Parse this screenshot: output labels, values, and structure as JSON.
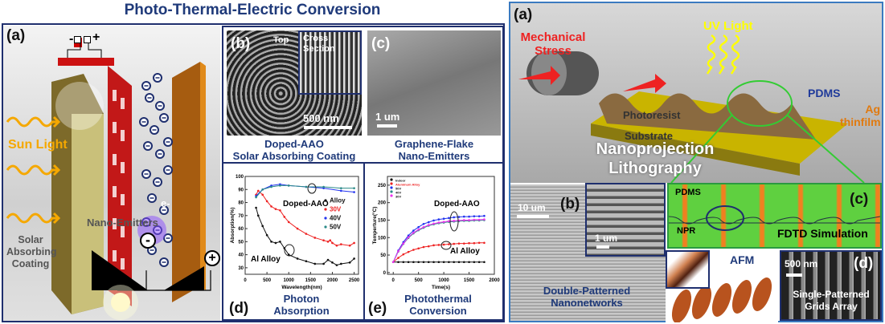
{
  "left": {
    "title": "Photo-Thermal-Electric Conversion",
    "a": {
      "label": "(a)",
      "sun_light": "Sun Light",
      "coating": "Solar Absorbing Coating",
      "emitters": "Nano-Emitters",
      "electron": "e-",
      "minus": "-",
      "plus": "+",
      "neg_terminal": "-",
      "pos_terminal": "+"
    },
    "b": {
      "label": "(b)",
      "top": "Top",
      "cross": "Cross Section",
      "scale": "500 nm",
      "caption1": "Doped-AAO",
      "caption2": "Solar Absorbing Coating"
    },
    "c": {
      "label": "(c)",
      "scale": "1 um",
      "caption1": "Graphene-Flake",
      "caption2": "Nano-Emitters"
    },
    "d": {
      "label": "(d)",
      "caption1": "Photon",
      "caption2": "Absorption",
      "ann1": "Doped-AAO",
      "ann2": "Al Alloy"
    },
    "e": {
      "label": "(e)",
      "caption1": "Photothermal",
      "caption2": "Conversion",
      "ann1": "Doped-AAO",
      "ann2": "Al Alloy"
    }
  },
  "right": {
    "a": {
      "label": "(a)",
      "stress": "Mechanical Stress",
      "uv": "UV Light",
      "pdms": "PDMS",
      "ag": "Ag thinfilm",
      "photoresist": "Photoresist",
      "substrate": "Substrate",
      "title1": "Nanoprojection",
      "title2": "Lithography"
    },
    "b": {
      "label": "(b)",
      "scale1": "10 um",
      "scale2": "1 um",
      "caption1": "Double-Patterned",
      "caption2": "Nanonetworks"
    },
    "c": {
      "label": "(c)",
      "pdms": "PDMS",
      "npr": "NPR",
      "caption": "FDTD Simulation"
    },
    "afm": {
      "label": "AFM"
    },
    "d": {
      "label": "(d)",
      "scale": "500 nm",
      "caption1": "Single-Patterned",
      "caption2": "Grids Array"
    }
  },
  "chart_data": [
    {
      "type": "line",
      "title": "",
      "xlabel": "Wavelength(nm)",
      "ylabel": "Absorption(%)",
      "xlim": [
        0,
        2600
      ],
      "ylim": [
        25,
        100
      ],
      "xticks": [
        0,
        500,
        1000,
        1500,
        2000,
        2500
      ],
      "yticks": [
        30,
        40,
        50,
        60,
        70,
        80,
        90,
        100
      ],
      "legend": "right",
      "grid": false,
      "series": [
        {
          "name": "Alloy",
          "color": "#111111",
          "x": [
            250,
            300,
            400,
            500,
            600,
            700,
            800,
            900,
            1000,
            1200,
            1400,
            1600,
            1800,
            1900,
            2000,
            2100,
            2200,
            2400,
            2500
          ],
          "y": [
            76,
            70,
            62,
            55,
            50,
            49,
            50,
            45,
            40,
            37,
            35,
            33,
            33,
            36,
            34,
            32,
            33,
            34,
            37
          ]
        },
        {
          "name": "30V",
          "color": "#ee2222",
          "x": [
            250,
            300,
            400,
            500,
            600,
            700,
            800,
            900,
            1000,
            1200,
            1400,
            1600,
            1800,
            1900,
            1950,
            2000,
            2100,
            2200,
            2400,
            2500
          ],
          "y": [
            86,
            89,
            86,
            81,
            77,
            75,
            74,
            69,
            65,
            60,
            56,
            53,
            51,
            50,
            51,
            49,
            47,
            48,
            47,
            49
          ]
        },
        {
          "name": "40V",
          "color": "#2233ee",
          "x": [
            250,
            400,
            600,
            800,
            1000,
            1400,
            1800,
            2200,
            2500
          ],
          "y": [
            85,
            90,
            93,
            94,
            93,
            92,
            91,
            89,
            88
          ]
        },
        {
          "name": "50V",
          "color": "#2a8a88",
          "x": [
            250,
            400,
            600,
            800,
            1000,
            1400,
            1800,
            2200,
            2500
          ],
          "y": [
            84,
            90,
            92,
            93,
            93,
            92,
            92,
            91,
            91
          ]
        }
      ]
    },
    {
      "type": "line",
      "title": "",
      "xlabel": "Time(s)",
      "ylabel": "Temperture(°C)",
      "xlim": [
        -115,
        2000
      ],
      "ylim": [
        -5,
        275
      ],
      "xticks": [
        0,
        500,
        1000,
        1500,
        2000
      ],
      "yticks": [
        0,
        50,
        100,
        150,
        200,
        250
      ],
      "legend": "top-left",
      "grid": false,
      "x": [
        0,
        100,
        200,
        300,
        400,
        500,
        600,
        700,
        800,
        900,
        1000,
        1100,
        1200,
        1300,
        1400,
        1500,
        1600,
        1700,
        1800
      ],
      "series": [
        {
          "name": "Indoor",
          "color": "#111111",
          "y": [
            30,
            30,
            30,
            30,
            30,
            30,
            30,
            30,
            30,
            30,
            30,
            30,
            30,
            30,
            30,
            30,
            30,
            30,
            30
          ]
        },
        {
          "name": "Aluminum Alloy",
          "color": "#ee2222",
          "y": [
            30,
            42,
            52,
            59,
            65,
            69,
            73,
            75,
            78,
            79,
            80,
            81,
            82,
            83,
            83,
            84,
            84,
            85,
            85
          ]
        },
        {
          "name": "50V",
          "color": "#2233ee",
          "y": [
            30,
            63,
            87,
            106,
            120,
            130,
            139,
            144,
            149,
            152,
            154,
            156,
            158,
            159,
            160,
            160,
            161,
            161,
            162
          ]
        },
        {
          "name": "40V",
          "color": "#2a8a88",
          "y": [
            30,
            60,
            82,
            99,
            112,
            121,
            128,
            134,
            138,
            141,
            143,
            145,
            146,
            147,
            148,
            148,
            149,
            149,
            150
          ]
        },
        {
          "name": "30V",
          "color": "#ee33ee",
          "y": [
            30,
            61,
            83,
            101,
            114,
            123,
            130,
            136,
            140,
            143,
            145,
            147,
            148,
            149,
            150,
            150,
            151,
            151,
            152
          ]
        }
      ]
    }
  ]
}
